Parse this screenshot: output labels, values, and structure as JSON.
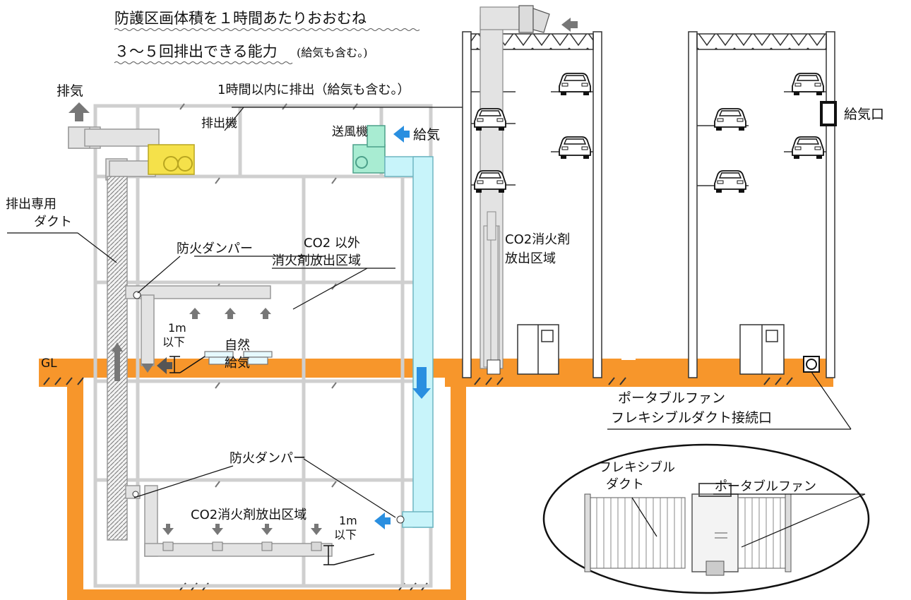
{
  "header": {
    "line1": "防護区画体積を１時間あたりおおむね",
    "line2_main": "３～５回排出できる能力",
    "line2_note": "(給気も含む。)"
  },
  "left_building": {
    "exhaust_label": "排気",
    "discharge_time_label": "1時間以内に排出（給気も含む。）",
    "exhaust_fan_label": "排出機",
    "supply_fan_label": "送風機",
    "supply_label": "給気",
    "dedicated_duct_label_1": "排出専用",
    "dedicated_duct_label_2": "ダクト",
    "fire_damper_upper": "防火ダンパー",
    "non_co2_zone_1": "CO2 以外",
    "non_co2_zone_2": "消火剤放出区域",
    "height_upper_1": "1m",
    "height_upper_2": "以下",
    "natural_supply_1": "自然",
    "natural_supply_2": "給気",
    "gl_label": "GL",
    "fire_damper_lower": "防火ダンパー",
    "co2_zone_lower": "CO2消火剤放出区域",
    "height_lower_1": "1m",
    "height_lower_2": "以下"
  },
  "middle_building": {
    "co2_zone_1": "CO2消火剤",
    "co2_zone_2": "放出区域"
  },
  "right_building": {
    "supply_inlet_label": "給気口",
    "portable_label_1": "ポータブルファン",
    "portable_label_2": "フレキシブルダクト接続口"
  },
  "inset": {
    "flex_duct_1": "フレキシブル",
    "flex_duct_2": "ダクト",
    "portable_fan": "ポータブルファン"
  },
  "colors": {
    "ground": "#f7962b",
    "exhaust_fan": "#f5e14a",
    "supply_fan": "#a8ecd2",
    "supply_duct": "#c8f4fa",
    "supply_arrow": "#2a8fe0",
    "exhaust_duct": "#e3e3e3",
    "wall": "#d8d8d8"
  },
  "icons": [
    "car-icon",
    "arrow-up-icon",
    "arrow-down-icon",
    "arrow-left-icon",
    "door-icon"
  ]
}
